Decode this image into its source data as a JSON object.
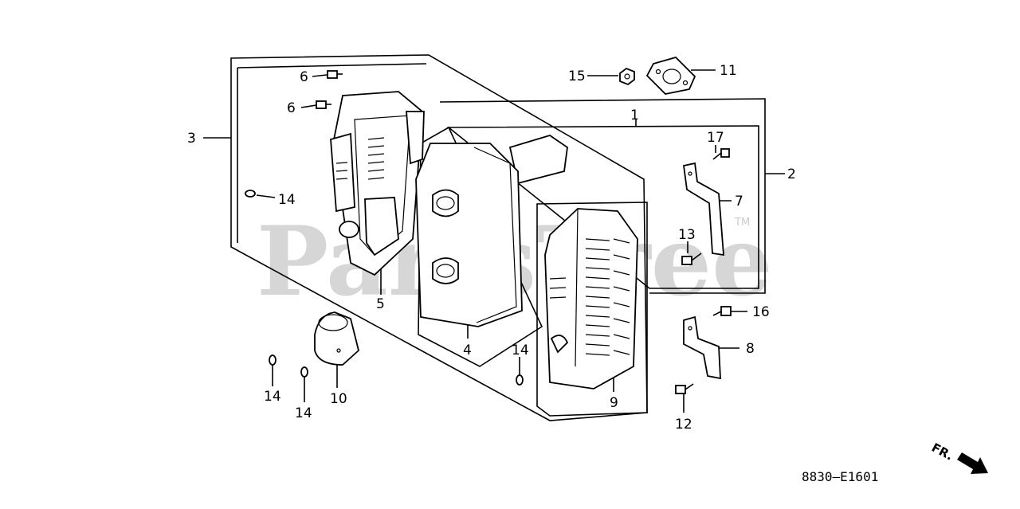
{
  "watermark": {
    "text": "PartsTree",
    "tm": "TM"
  },
  "diagram_code": "8830—E1601",
  "direction_label": "FR.",
  "callouts": [
    "1",
    "2",
    "3",
    "4",
    "5",
    "6",
    "6",
    "7",
    "8",
    "9",
    "10",
    "11",
    "12",
    "13",
    "14",
    "14",
    "14",
    "14",
    "15",
    "16",
    "17"
  ]
}
